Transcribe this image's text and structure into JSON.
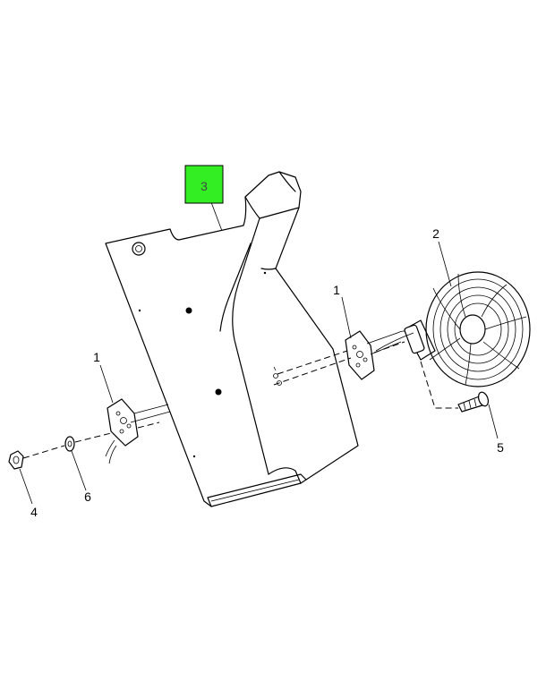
{
  "callouts": {
    "part_3": "3",
    "part_2": "2",
    "part_1_right": "1",
    "part_1_left": "1",
    "part_5": "5",
    "part_4": "4",
    "part_6": "6"
  },
  "colors": {
    "highlight": "#33ee22",
    "line": "#000000",
    "background": "#ffffff"
  }
}
